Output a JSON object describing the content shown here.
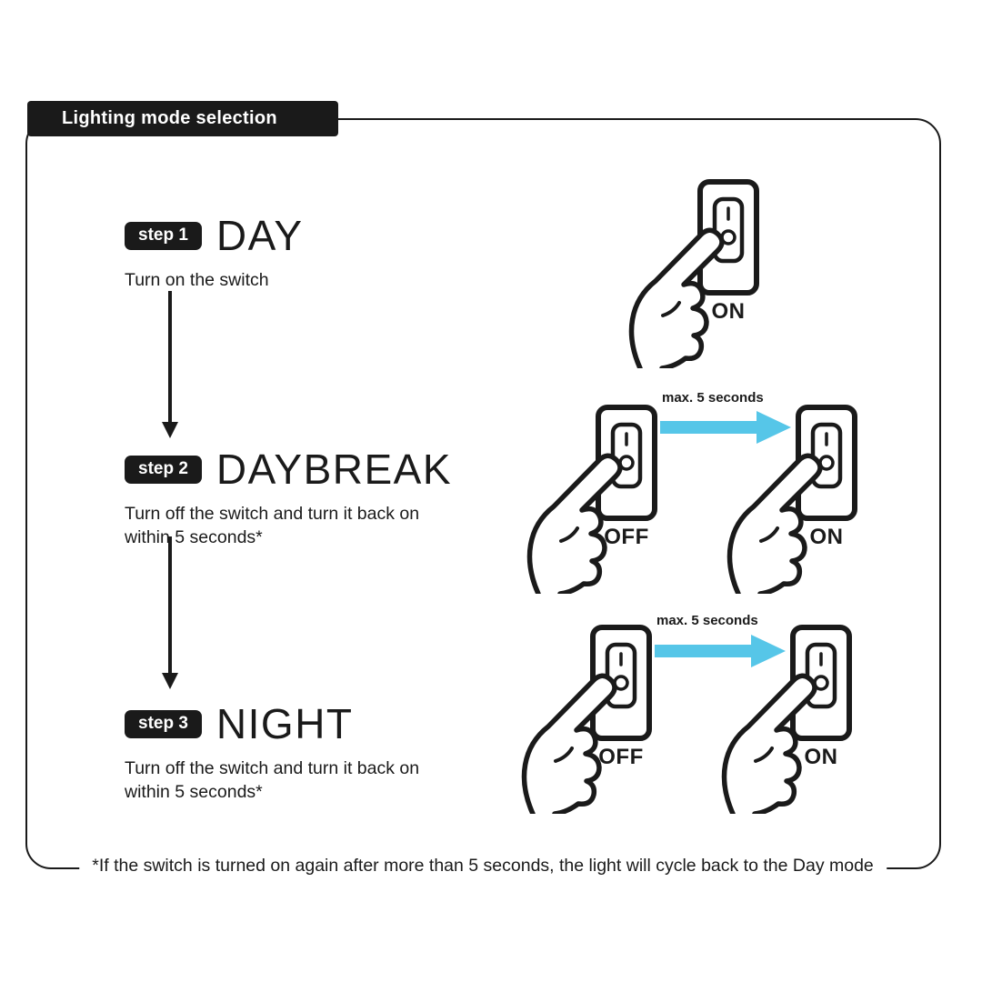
{
  "title": "Lighting mode selection",
  "steps": [
    {
      "badge": "step 1",
      "name": "DAY",
      "description": "Turn on the switch",
      "switches": [
        {
          "state": "ON"
        }
      ]
    },
    {
      "badge": "step 2",
      "name": "DAYBREAK",
      "description": "Turn off the switch and turn it back on within 5 seconds*",
      "arrow_label": "max. 5 seconds",
      "switches": [
        {
          "state": "OFF"
        },
        {
          "state": "ON"
        }
      ]
    },
    {
      "badge": "step 3",
      "name": "NIGHT",
      "description": "Turn off the switch and turn it back on within 5 seconds*",
      "arrow_label": "max. 5 seconds",
      "switches": [
        {
          "state": "OFF"
        },
        {
          "state": "ON"
        }
      ]
    }
  ],
  "footnote": "*If the switch is turned on again after more than 5 seconds, the light will cycle back to the Day mode",
  "colors": {
    "ink": "#1a1a1a",
    "background": "#ffffff",
    "arrow_accent": "#56c6e8"
  },
  "icons": {
    "switch": "rocker-switch-icon",
    "hand": "pointing-hand-icon",
    "transition_arrow": "arrow-right-icon",
    "flow_arrow": "arrow-down-icon"
  }
}
